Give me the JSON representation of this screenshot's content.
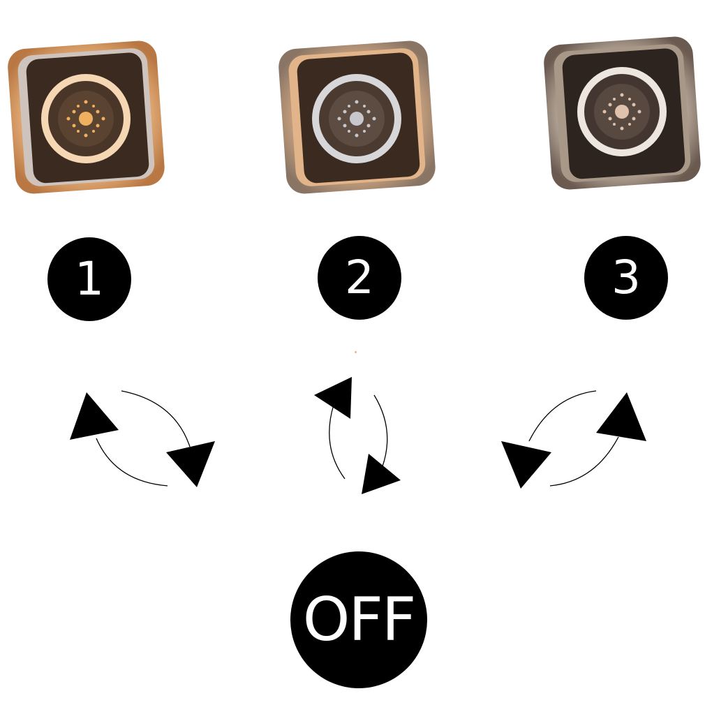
{
  "lamps": [
    {
      "id": "lamp-1",
      "mode": "warm",
      "glow": "#e8a668",
      "ring": "#f6d7b4",
      "center": "#f0a04a",
      "body": "#3a2a20"
    },
    {
      "id": "lamp-2",
      "mode": "cool",
      "glow": "#d9b08a",
      "ring": "#d7d7da",
      "center": "#a9a9ad",
      "body": "#3b2a1f"
    },
    {
      "id": "lamp-3",
      "mode": "neutral",
      "glow": "#cdbfb0",
      "ring": "#ece6df",
      "center": "#d9b8a0",
      "body": "#2e241f"
    }
  ],
  "modes": {
    "one": "1",
    "two": "2",
    "three": "3",
    "off": "OFF"
  },
  "colors": {
    "badge": "#000000",
    "badge_text": "#ffffff",
    "arrow": "#000000"
  }
}
